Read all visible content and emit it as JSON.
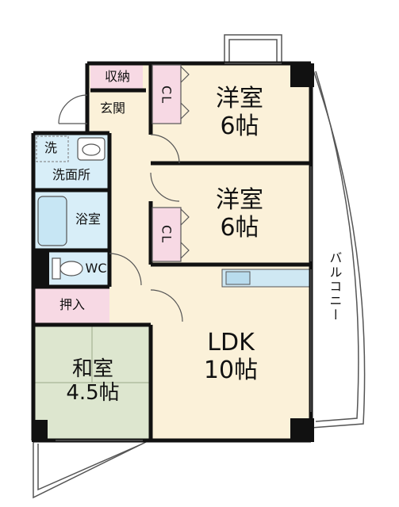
{
  "rooms": {
    "western1": {
      "name": "洋室",
      "size": "6帖"
    },
    "western2": {
      "name": "洋室",
      "size": "6帖"
    },
    "ldk": {
      "name": "LDK",
      "size": "10帖"
    },
    "japanese": {
      "name": "和室",
      "size": "4.5帖"
    },
    "storage": "収納",
    "entrance": "玄関",
    "washroom": "洗面所",
    "washer": "洗",
    "bath": "浴室",
    "wc": "WC",
    "closet_push": "押入",
    "closet1": "CL",
    "closet2": "CL",
    "balcony": "バルコニー"
  },
  "colors": {
    "wall": "#111111",
    "room_floor": "#fbf1d9",
    "tatami": "#dde6cf",
    "wet_area": "#d8eef8",
    "closet": "#f7d9e4",
    "outline": "#555555"
  }
}
